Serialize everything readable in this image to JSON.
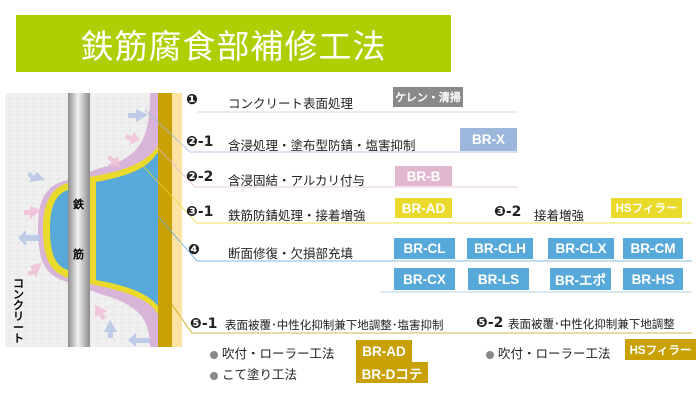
{
  "title": "鉄筋腐食部補修工法",
  "diagram": {
    "rebar_label_1": "鉄",
    "rebar_label_2": "筋",
    "concrete_label": "コンクリート"
  },
  "steps": [
    {
      "num": "❶",
      "label": "コンクリート表面処理",
      "badges": [
        "ケレン・清掃"
      ]
    },
    {
      "num": "❷-1",
      "label": "含浸処理・塗布型防錆・塩害抑制",
      "badges": [
        "BR-X"
      ]
    },
    {
      "num": "❷-2",
      "label": "含浸固結・アルカリ付与",
      "badges": [
        "BR-B"
      ]
    },
    {
      "num": "❸-1",
      "label": "鉄筋防錆処理・接着増強",
      "badges": [
        "BR-AD"
      ]
    },
    {
      "num": "❸-2",
      "label": "接着増強",
      "badges": [
        "HSフィラー"
      ]
    },
    {
      "num": "❹",
      "label": "断面修復・欠損部充填",
      "badges": [
        "BR-CL",
        "BR-CLH",
        "BR-CLX",
        "BR-CM",
        "BR-CX",
        "BR-LS",
        "BR-エポ",
        "BR-HS"
      ]
    },
    {
      "num": "❺-1",
      "label": "表面被覆･中性化抑制兼下地調整･塩害抑制"
    },
    {
      "num": "❺-2",
      "label": "表面被覆･中性化抑制兼下地調整"
    }
  ],
  "methods_5_1": [
    {
      "label": "吹付・ローラー工法",
      "badge": "BR-AD"
    },
    {
      "label": "こて塗り工法",
      "badge": "BR-Dコテ"
    }
  ],
  "methods_5_2": [
    {
      "label": "吹付・ローラー工法",
      "badge": "HSフィラー"
    }
  ],
  "colors": {
    "title_bg": "#afce03",
    "gray": "#8a8a8a",
    "br_x": "#9db7dc",
    "br_b": "#e1b6cf",
    "yellow": "#e9da2b",
    "blue": "#57a9da",
    "gold": "#c9a104"
  }
}
